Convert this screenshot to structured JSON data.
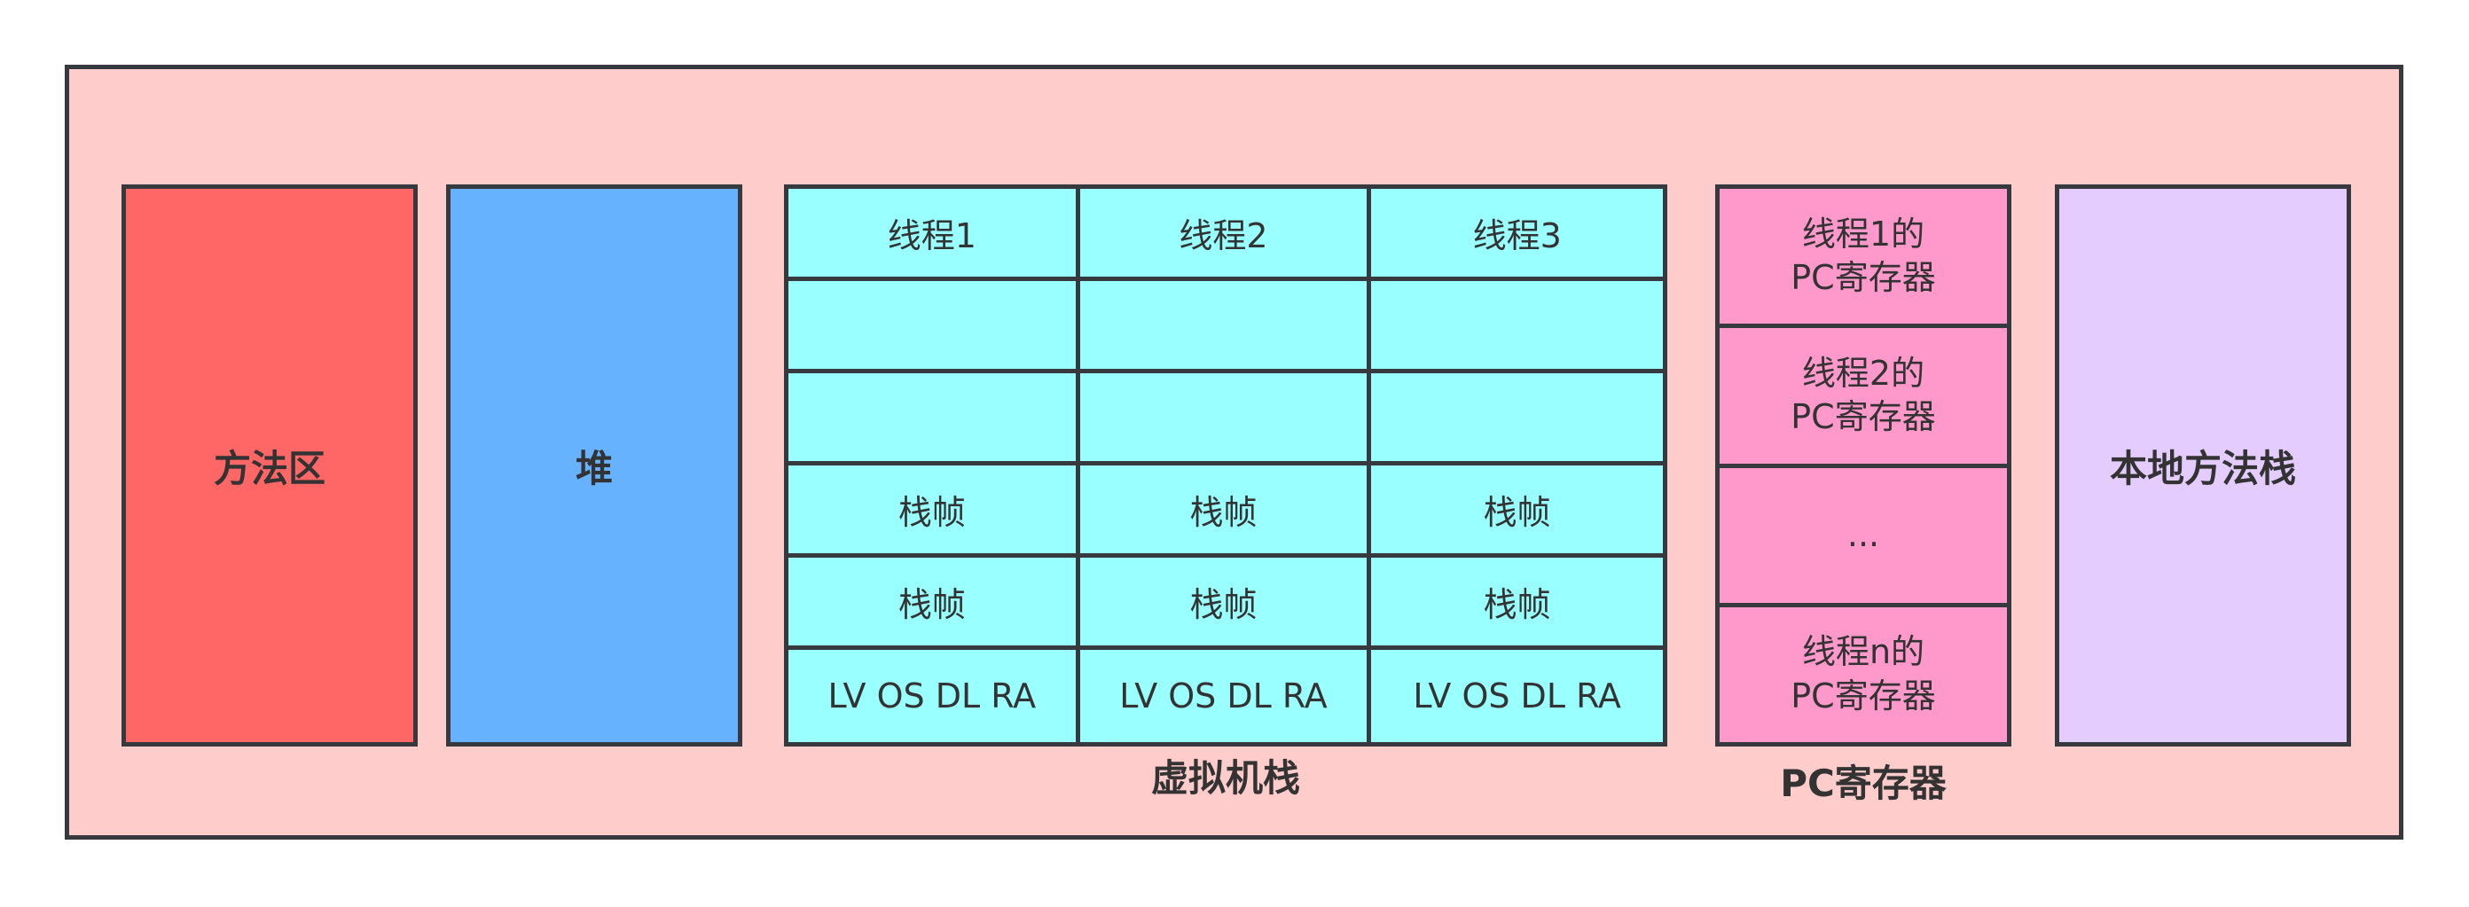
{
  "title": "运行时数据区",
  "method_area": "方法区",
  "heap": "堆",
  "native_stack": "本地方法栈",
  "vm_stack": {
    "caption": "虚拟机栈",
    "rows": [
      [
        "线程1",
        "线程2",
        "线程3"
      ],
      [
        "",
        "",
        ""
      ],
      [
        "",
        "",
        ""
      ],
      [
        "栈帧",
        "栈帧",
        "栈帧"
      ],
      [
        "栈帧",
        "栈帧",
        "栈帧"
      ],
      [
        "LV OS DL RA",
        "LV OS DL RA",
        "LV OS DL RA"
      ]
    ]
  },
  "pc_registers": {
    "caption": "PC寄存器",
    "cells": [
      {
        "line1": "线程1的",
        "line2": "PC寄存器"
      },
      {
        "line1": "线程2的",
        "line2": "PC寄存器"
      },
      {
        "line1": "...",
        "line2": ""
      },
      {
        "line1": "线程n的",
        "line2": "PC寄存器"
      }
    ]
  },
  "colors": {
    "outer_bg": "#ffcccc",
    "title": "#ff0000",
    "method_area": "#ff6666",
    "heap": "#66b2ff",
    "vm_stack": "#99ffff",
    "pc_registers": "#ff99cc",
    "native_stack": "#e5ccff",
    "border": "#36393d"
  }
}
